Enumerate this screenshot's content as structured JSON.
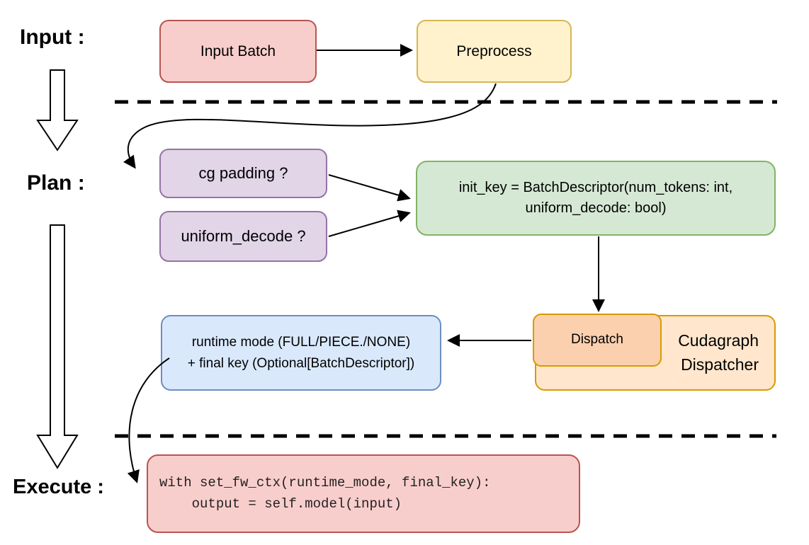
{
  "diagram": {
    "title_context": "CUDA graph dispatch flow diagram",
    "stages": {
      "input_label": "Input :",
      "plan_label": "Plan :",
      "execute_label": "Execute :"
    },
    "nodes": {
      "input_batch": {
        "label": "Input Batch",
        "fill": "#F8CECC",
        "stroke": "#B85450"
      },
      "preprocess": {
        "label": "Preprocess",
        "fill": "#FFF2CC",
        "stroke": "#D6B656"
      },
      "cg_padding": {
        "label": "cg padding ?",
        "fill": "#E1D5E7",
        "stroke": "#9673A6"
      },
      "uniform_decode": {
        "label": "uniform_decode ?",
        "fill": "#E1D5E7",
        "stroke": "#9673A6"
      },
      "init_key": {
        "line1": "init_key = BatchDescriptor(num_tokens: int,",
        "line2": "uniform_decode: bool)",
        "fill": "#D5E8D4",
        "stroke": "#82B366"
      },
      "dispatch": {
        "label": "Dispatch",
        "fill": "#FAD0AE",
        "stroke": "#D79B00"
      },
      "cudagraph_dispatcher": {
        "line1": "Cudagraph",
        "line2": "Dispatcher",
        "fill": "#FFE6CC",
        "stroke": "#D79B00"
      },
      "runtime_result": {
        "line1": "runtime mode (FULL/PIECE./NONE)",
        "line2": "+ final key (Optional[BatchDescriptor])",
        "fill": "#DAE8FC",
        "stroke": "#6C8EBF"
      },
      "execute_code": {
        "line1": "with set_fw_ctx(runtime_mode, final_key):",
        "line2": "    output = self.model(input)",
        "fill": "#F8CECC",
        "stroke": "#B85450"
      }
    },
    "connector_color": "#000000",
    "divider_style": "dashed"
  }
}
